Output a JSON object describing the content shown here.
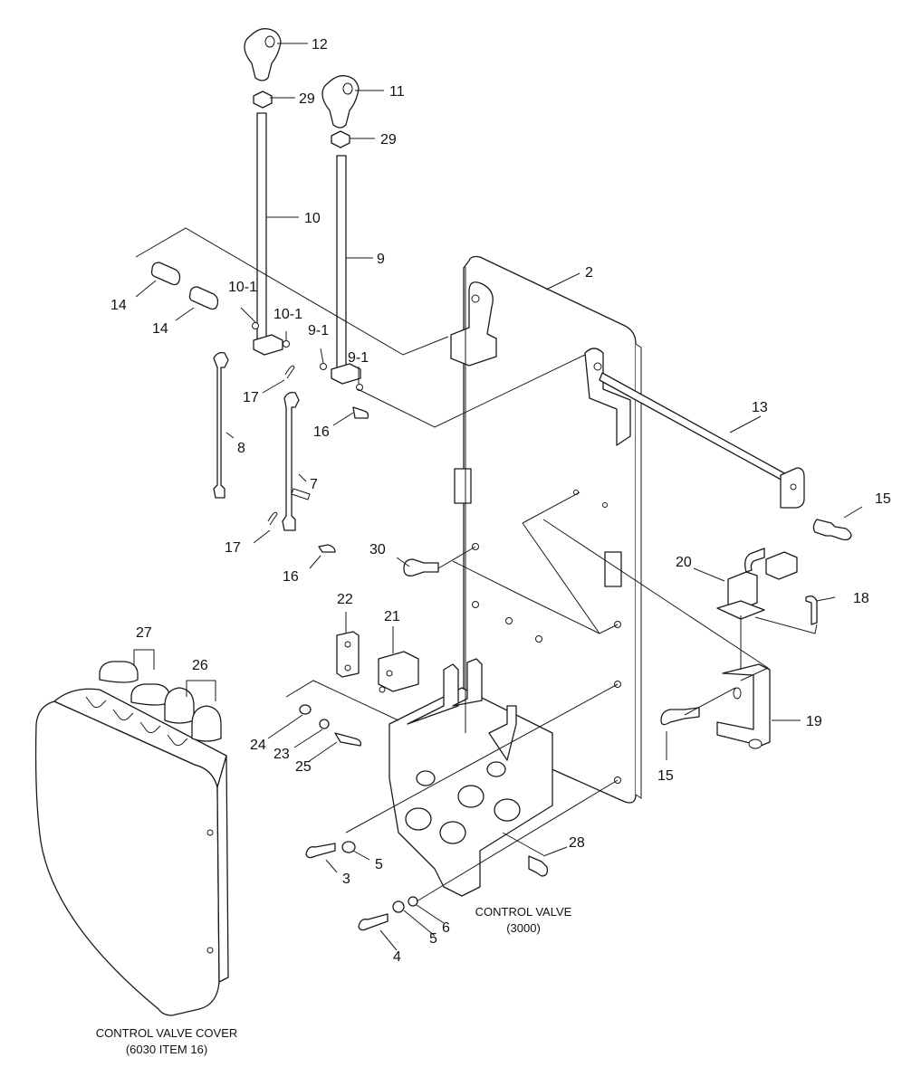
{
  "callouts": {
    "c12": "12",
    "c29a": "29",
    "c11": "11",
    "c29b": "29",
    "c10": "10",
    "c9": "9",
    "c2": "2",
    "c14a": "14",
    "c14b": "14",
    "c10_1a": "10-1",
    "c10_1b": "10-1",
    "c9_1a": "9-1",
    "c9_1b": "9-1",
    "c17a": "17",
    "c17b": "17",
    "c16a": "16",
    "c16b": "16",
    "c8": "8",
    "c7": "7",
    "c13": "13",
    "c15a": "15",
    "c15b": "15",
    "c30": "30",
    "c20": "20",
    "c18": "18",
    "c22": "22",
    "c21": "21",
    "c27": "27",
    "c26": "26",
    "c19": "19",
    "c24": "24",
    "c23": "23",
    "c25": "25",
    "c28": "28",
    "c5a": "5",
    "c3": "3",
    "c5b": "5",
    "c6": "6",
    "c4": "4"
  },
  "captions": {
    "control_valve_line1": "CONTROL VALVE",
    "control_valve_line2": "(3000)",
    "cover_line1": "CONTROL VALVE COVER",
    "cover_line2": "(6030 ITEM 16)"
  }
}
